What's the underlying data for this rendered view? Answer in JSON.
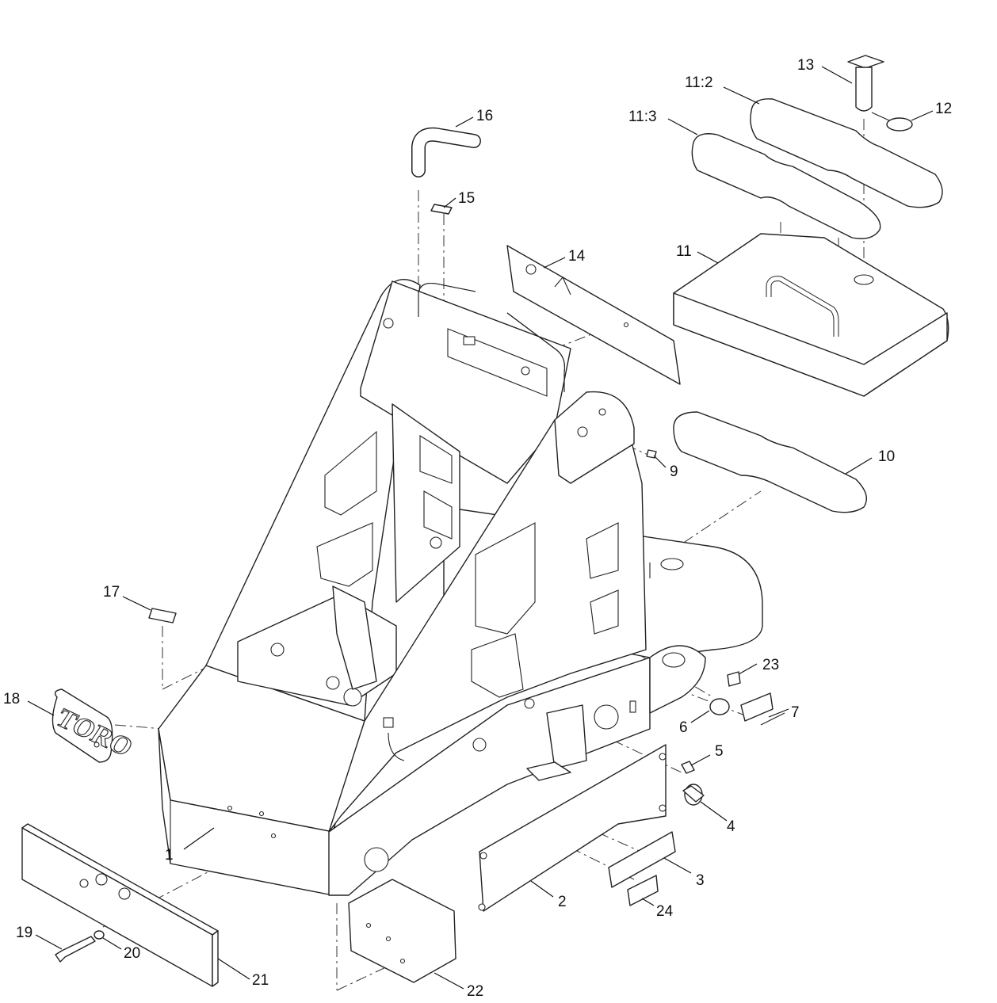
{
  "callouts": [
    {
      "id": "c1",
      "label": "1"
    },
    {
      "id": "c2",
      "label": "2"
    },
    {
      "id": "c3",
      "label": "3"
    },
    {
      "id": "c4",
      "label": "4"
    },
    {
      "id": "c5",
      "label": "5"
    },
    {
      "id": "c6",
      "label": "6"
    },
    {
      "id": "c7",
      "label": "7"
    },
    {
      "id": "c9",
      "label": "9"
    },
    {
      "id": "c10",
      "label": "10"
    },
    {
      "id": "c11",
      "label": "11"
    },
    {
      "id": "c11_2",
      "label": "11:2"
    },
    {
      "id": "c11_3",
      "label": "11:3"
    },
    {
      "id": "c12",
      "label": "12"
    },
    {
      "id": "c13",
      "label": "13"
    },
    {
      "id": "c14",
      "label": "14"
    },
    {
      "id": "c15",
      "label": "15"
    },
    {
      "id": "c16",
      "label": "16"
    },
    {
      "id": "c17",
      "label": "17"
    },
    {
      "id": "c18",
      "label": "18"
    },
    {
      "id": "c19",
      "label": "19"
    },
    {
      "id": "c20",
      "label": "20"
    },
    {
      "id": "c21",
      "label": "21"
    },
    {
      "id": "c22",
      "label": "22"
    },
    {
      "id": "c23",
      "label": "23"
    },
    {
      "id": "c24",
      "label": "24"
    }
  ],
  "logo": {
    "text": "TORO"
  }
}
